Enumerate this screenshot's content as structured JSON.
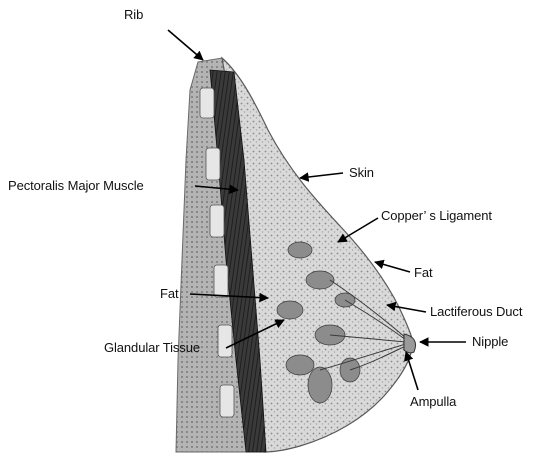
{
  "labels": {
    "rib": "Rib",
    "pectoralis": "Pectoralis Major Muscle",
    "skin": "Skin",
    "cooper": "Copper’ s Ligament",
    "fat_right": "Fat",
    "fat_left": "Fat",
    "lactiferous": "Lactiferous Duct",
    "glandular": "Glandular Tissue",
    "nipple": "Nipple",
    "ampulla": "Ampulla"
  },
  "colors": {
    "background": "#ffffff",
    "text": "#111111",
    "arrow": "#000000",
    "tissue_light": "#d8d8d8",
    "tissue_mid": "#9a9a9a",
    "muscle_dark": "#2e2e2e",
    "bone": "#cfcfcf"
  }
}
